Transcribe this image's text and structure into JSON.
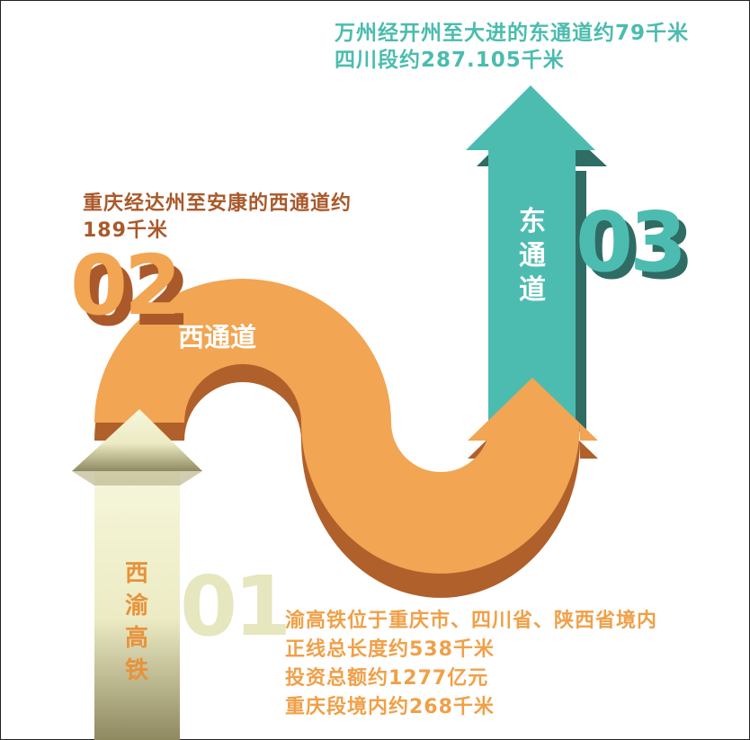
{
  "east": {
    "line1": "万州经开州至大进的东通道约79千米",
    "line2": "四川段约287.105千米",
    "label": [
      "东",
      "通",
      "道"
    ],
    "number": "03"
  },
  "west": {
    "line1": "重庆经达州至安康的西通道约",
    "line2": "189千米",
    "label": "西通道",
    "number": "02"
  },
  "main": {
    "label": [
      "西",
      "渝",
      "高",
      "铁"
    ],
    "number": "01",
    "lines": [
      "渝高铁位于重庆市、四川省、陕西省境内",
      "正线总长度约538千米",
      "投资总额约1277亿元",
      "重庆段境内约268千米"
    ]
  },
  "colors": {
    "orange": "#f2a552",
    "orange_dark": "#b0602b",
    "teal": "#4dbcb0",
    "teal_dark": "#2f6c64",
    "cream": "#f4f5d6"
  }
}
